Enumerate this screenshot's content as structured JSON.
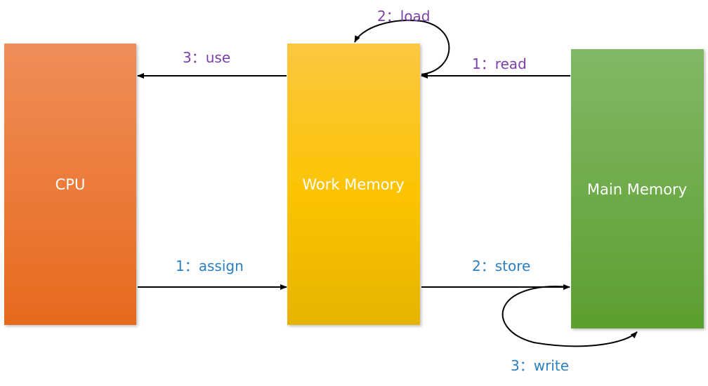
{
  "boxes": {
    "cpu": {
      "label": "CPU",
      "color_top": "#f08d5a",
      "color_bottom": "#e66a1c"
    },
    "work_memory": {
      "label": "Work Memory",
      "color_top": "#fdc741",
      "color_bottom": "#e6b300"
    },
    "main_memory": {
      "label": "Main Memory",
      "color_top": "#82b866",
      "color_bottom": "#5b9f2f"
    }
  },
  "operations": {
    "read": "1：read",
    "load": "2：load",
    "use": "3：use",
    "assign": "1：assign",
    "store": "2：store",
    "write": "3：write"
  },
  "colors": {
    "read_flow_label": "#7a3fa8",
    "write_flow_label": "#2a7fc0",
    "arrow": "#000000"
  }
}
